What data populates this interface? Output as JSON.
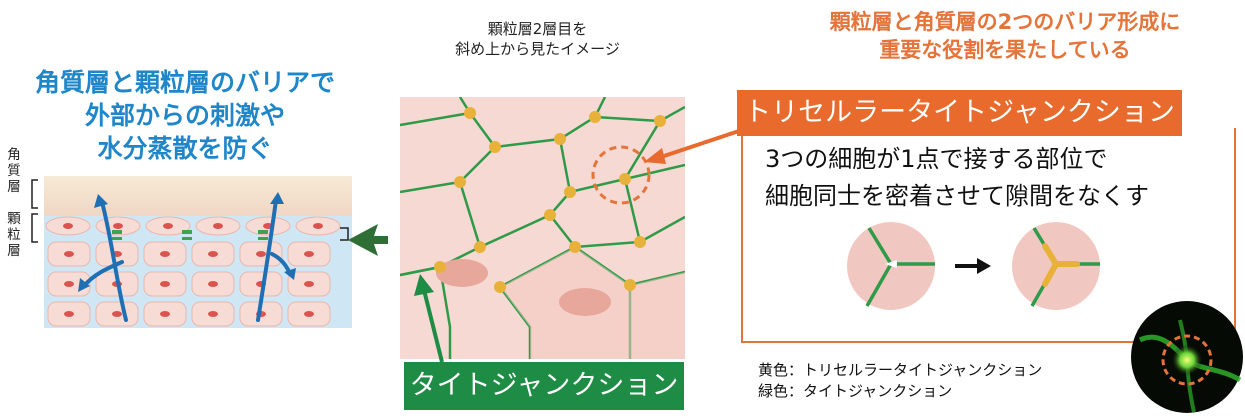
{
  "left_title": {
    "line1": "角質層と顆粒層のバリアで",
    "line2": "外部からの刺激や",
    "line3": "水分蒸散を防ぐ"
  },
  "layer_labels": {
    "stratum_corneum": "角質層",
    "granular_layer": "顆粒層"
  },
  "middle_caption": {
    "line1": "顆粒層2層目を",
    "line2": "斜め上から見たイメージ"
  },
  "right_header": {
    "line1": "顆粒層と角質層の2つのバリア形成に",
    "line2": "重要な役割を果たしている"
  },
  "tricellular_label": "トリセルラータイトジャンクション",
  "tricellular_description": {
    "line1": "3つの細胞が1点で接する部位で",
    "line2": "細胞同士を密着させて隙間をなくす"
  },
  "tight_junction_label": "タイトジャンクション",
  "legend": {
    "yellow": "黄色：トリセルラータイトジャンクション",
    "green": "緑色：タイトジャンクション"
  },
  "colors": {
    "blue_title": "#1f87c9",
    "orange": "#e86a2c",
    "green": "#1f8c45",
    "junction_yellow": "#e8b23a",
    "cell_pink": "#f4cfc9"
  }
}
